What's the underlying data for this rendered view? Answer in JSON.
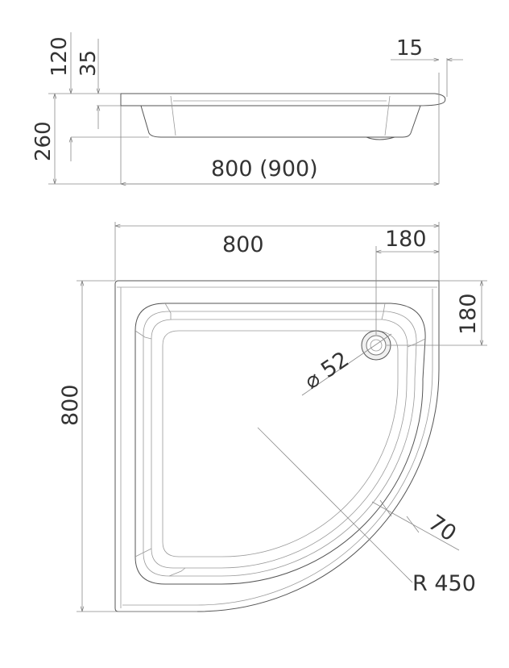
{
  "side_view": {
    "dim_total_height": "260",
    "dim_rim_height": "120",
    "dim_rim_thickness": "35",
    "dim_lip": "15",
    "dim_length": "800 (900)"
  },
  "top_view": {
    "dim_width": "800",
    "dim_height": "800",
    "dim_drain_offset_x": "180",
    "dim_drain_offset_y": "180",
    "dim_drain_diameter": "⌀ 52",
    "dim_rim_width": "70",
    "dim_radius": "R 450"
  }
}
